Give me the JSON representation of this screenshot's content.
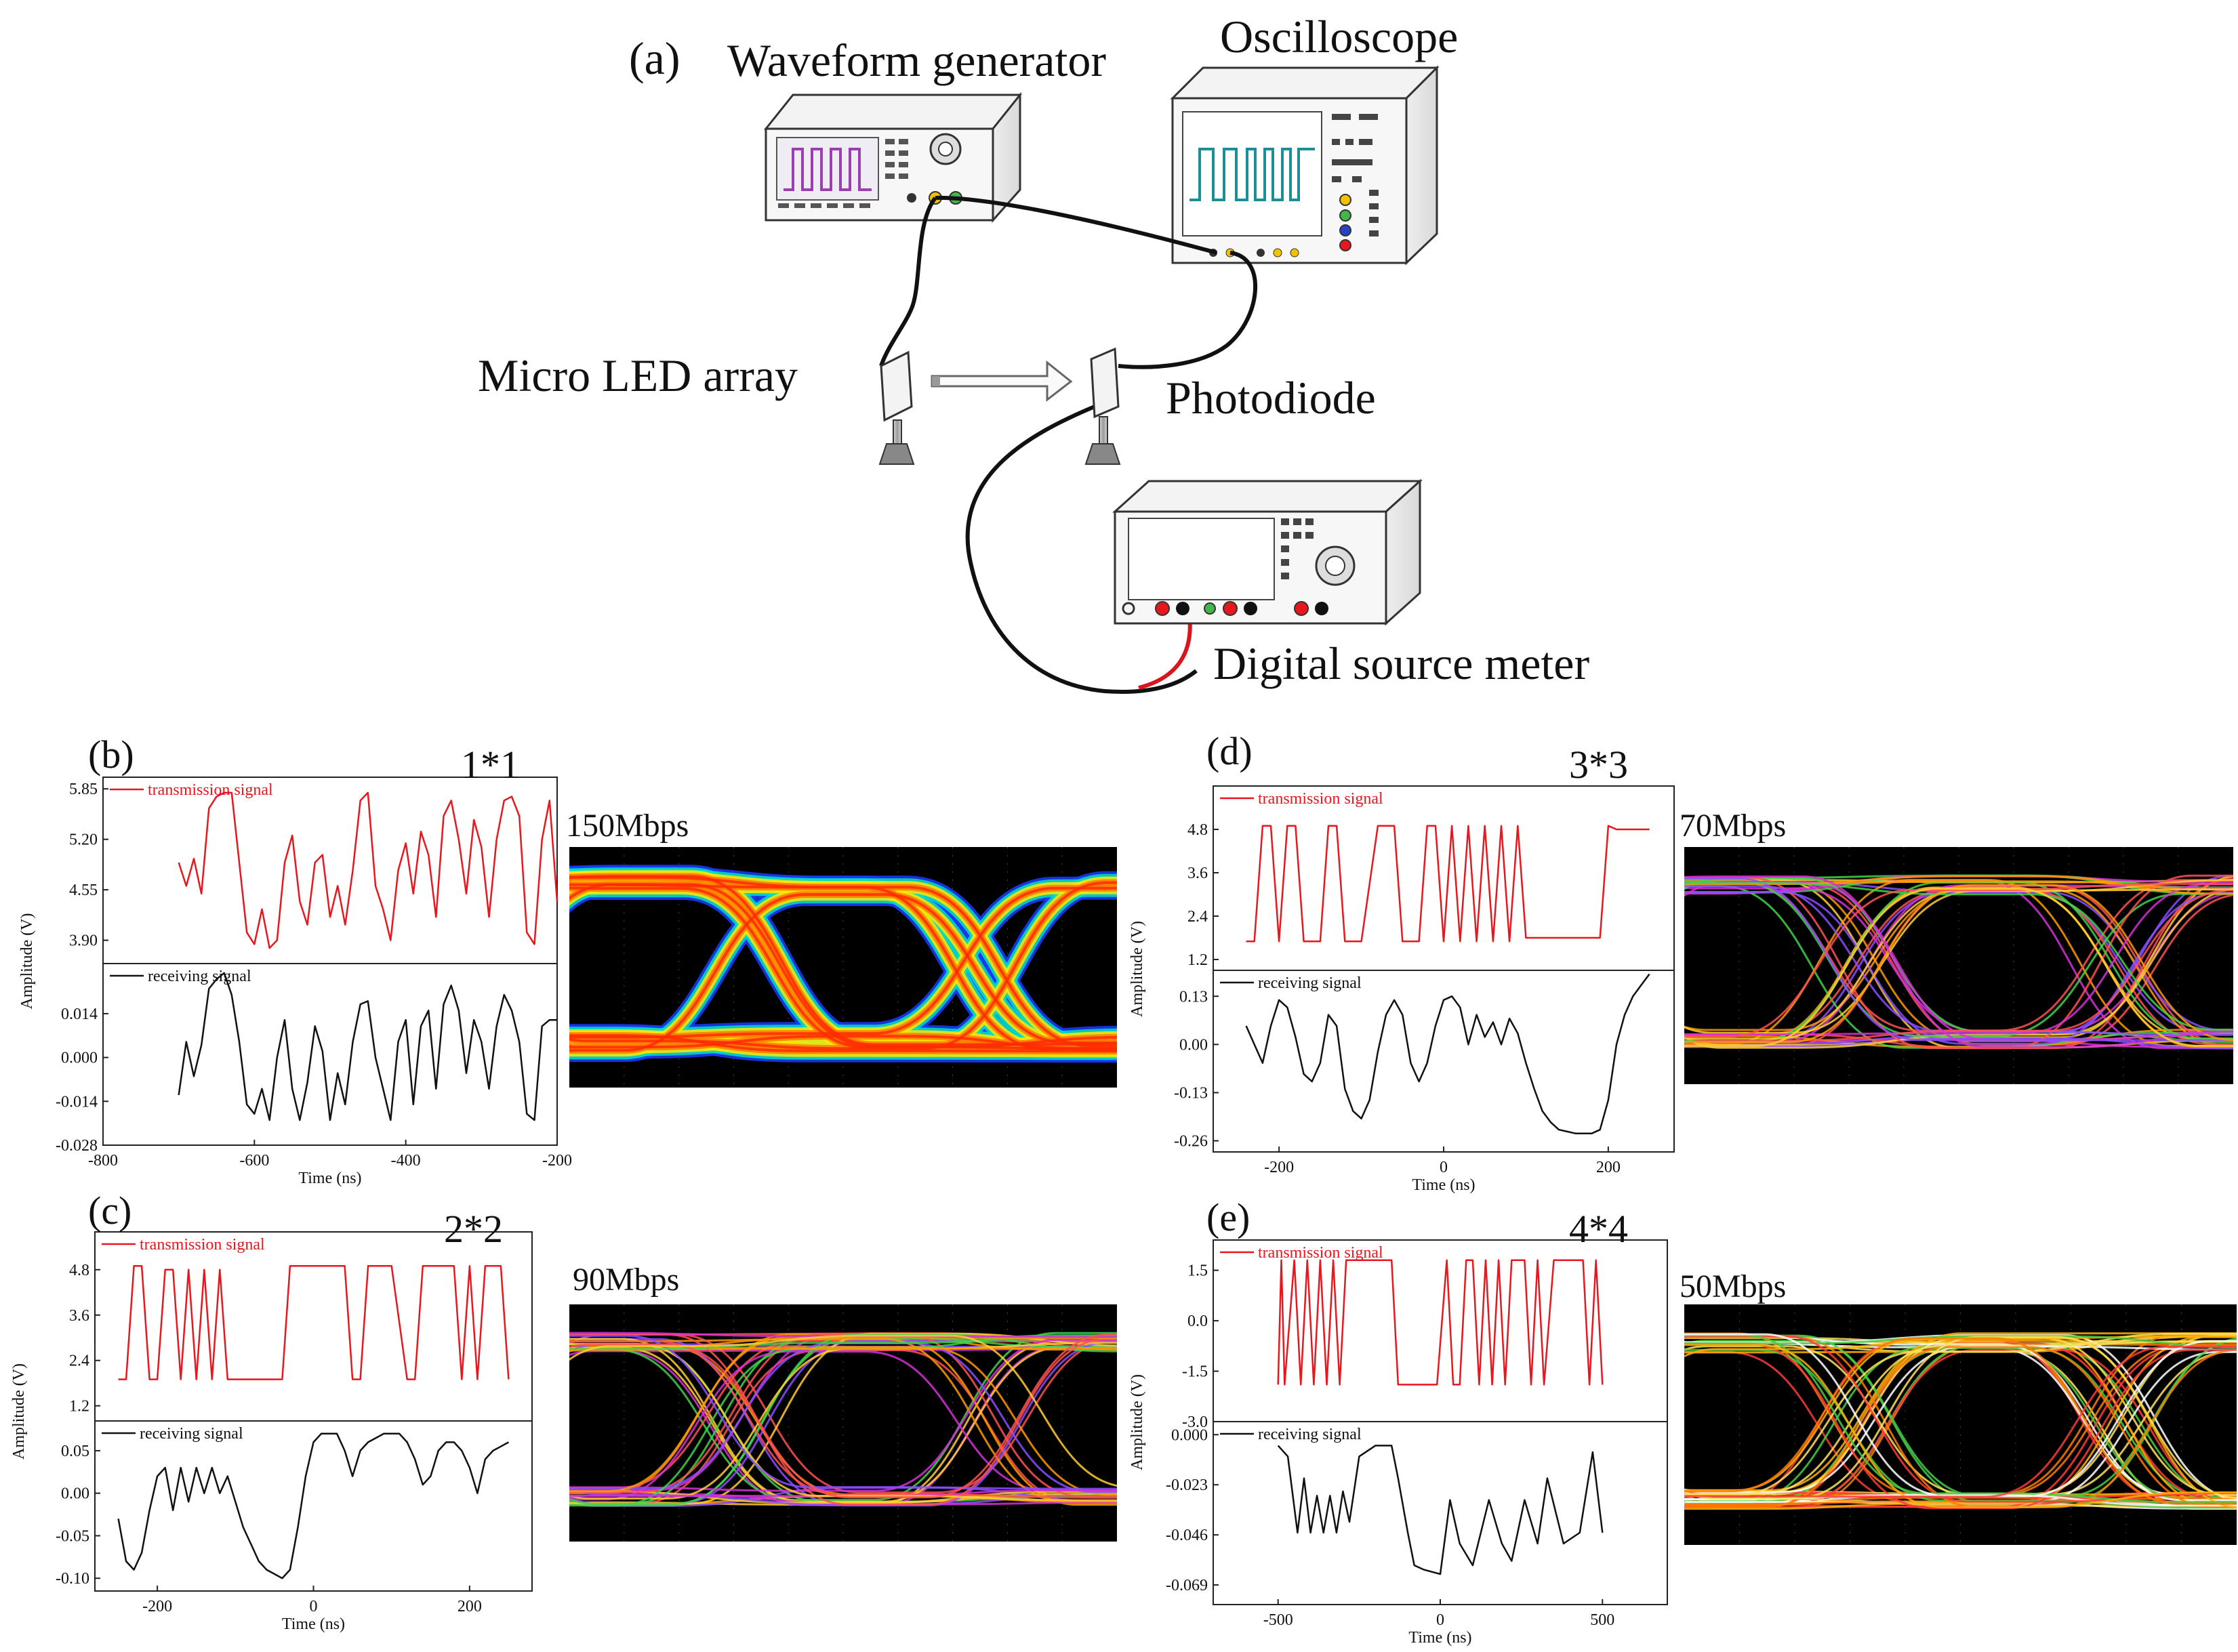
{
  "setup": {
    "panel_label": "(a)",
    "waveform_generator": "Waveform generator",
    "oscilloscope": "Oscilloscope",
    "micro_led_array": "Micro LED array",
    "photodiode": "Photodiode",
    "digital_source_meter": "Digital source meter",
    "colors": {
      "tx": "#e8161d",
      "rx": "#111111",
      "cable_red": "#d9161d"
    }
  },
  "chart_data": [
    {
      "type": "line",
      "panel": "(b)",
      "array": "1*1",
      "rate": "150Mbps",
      "xlabel": "Time (ns)",
      "ylabel": "Amplitude (V)",
      "xlim": [
        -800,
        -200
      ],
      "x_ticks": [
        "-800",
        "-600",
        "-400",
        "-200"
      ],
      "x_tick_values": [
        -800,
        -600,
        -400,
        -200
      ],
      "top": {
        "legend": "transmission signal",
        "ylim": [
          3.6,
          6.0
        ],
        "y_ticks": [
          "5.85",
          "5.20",
          "4.55",
          "3.90"
        ],
        "y_tick_values": [
          5.85,
          5.2,
          4.55,
          3.9
        ],
        "x": [
          -700,
          -690,
          -680,
          -670,
          -660,
          -650,
          -640,
          -630,
          -620,
          -610,
          -600,
          -590,
          -580,
          -570,
          -560,
          -550,
          -540,
          -530,
          -520,
          -510,
          -500,
          -490,
          -480,
          -470,
          -460,
          -450,
          -440,
          -430,
          -420,
          -410,
          -400,
          -390,
          -380,
          -370,
          -360,
          -350,
          -340,
          -330,
          -320,
          -310,
          -300,
          -290,
          -280,
          -270,
          -260,
          -250,
          -240,
          -230,
          -220,
          -210,
          -200
        ],
        "y": [
          4.9,
          4.6,
          4.95,
          4.5,
          5.6,
          5.75,
          5.8,
          5.8,
          4.9,
          4.0,
          3.85,
          4.3,
          3.8,
          3.9,
          4.9,
          5.25,
          4.4,
          4.1,
          4.9,
          5.0,
          4.2,
          4.6,
          4.1,
          4.8,
          5.7,
          5.8,
          4.6,
          4.3,
          3.9,
          4.8,
          5.15,
          4.5,
          5.3,
          5.0,
          4.2,
          5.5,
          5.7,
          5.2,
          4.5,
          5.45,
          5.1,
          4.2,
          5.2,
          5.7,
          5.75,
          5.5,
          4.0,
          3.85,
          5.2,
          5.7,
          4.4
        ]
      },
      "bottom": {
        "legend": "receiving signal",
        "ylim": [
          -0.028,
          0.03
        ],
        "y_ticks": [
          "0.014",
          "0.000",
          "-0.014",
          "-0.028"
        ],
        "y_tick_values": [
          0.014,
          0.0,
          -0.014,
          -0.028
        ],
        "x": [
          -700,
          -690,
          -680,
          -670,
          -660,
          -650,
          -640,
          -630,
          -620,
          -610,
          -600,
          -590,
          -580,
          -570,
          -560,
          -550,
          -540,
          -530,
          -520,
          -510,
          -500,
          -490,
          -480,
          -470,
          -460,
          -450,
          -440,
          -430,
          -420,
          -410,
          -400,
          -390,
          -380,
          -370,
          -360,
          -350,
          -340,
          -330,
          -320,
          -310,
          -300,
          -290,
          -280,
          -270,
          -260,
          -250,
          -240,
          -230,
          -220,
          -210,
          -200
        ],
        "y": [
          -0.012,
          0.005,
          -0.006,
          0.004,
          0.022,
          0.025,
          0.027,
          0.02,
          0.005,
          -0.015,
          -0.018,
          -0.01,
          -0.02,
          0.0,
          0.012,
          -0.01,
          -0.02,
          -0.008,
          0.01,
          0.002,
          -0.02,
          -0.005,
          -0.015,
          0.005,
          0.017,
          0.018,
          0.0,
          -0.01,
          -0.02,
          0.005,
          0.012,
          -0.015,
          0.01,
          0.015,
          -0.01,
          0.017,
          0.023,
          0.015,
          -0.005,
          0.012,
          0.005,
          -0.01,
          0.01,
          0.02,
          0.015,
          0.005,
          -0.018,
          -0.02,
          0.01,
          0.012,
          0.012
        ]
      }
    },
    {
      "type": "line",
      "panel": "(c)",
      "array": "2*2",
      "rate": "90Mbps",
      "xlabel": "Time (ns)",
      "ylabel": "Amplitude (V)",
      "xlim": [
        -280,
        280
      ],
      "x_ticks": [
        "-200",
        "0",
        "200"
      ],
      "x_tick_values": [
        -200,
        0,
        200
      ],
      "top": {
        "legend": "transmission signal",
        "ylim": [
          0.8,
          5.8
        ],
        "y_ticks": [
          "4.8",
          "3.6",
          "2.4",
          "1.2"
        ],
        "y_tick_values": [
          4.8,
          3.6,
          2.4,
          1.2
        ],
        "x": [
          -250,
          -240,
          -230,
          -220,
          -210,
          -200,
          -190,
          -180,
          -170,
          -160,
          -150,
          -140,
          -130,
          -120,
          -110,
          -100,
          -60,
          -40,
          -30,
          -20,
          0,
          20,
          40,
          50,
          60,
          70,
          80,
          100,
          120,
          130,
          140,
          150,
          180,
          190,
          200,
          210,
          220,
          230,
          240,
          250
        ],
        "y": [
          1.9,
          1.9,
          4.9,
          4.9,
          1.9,
          1.9,
          4.8,
          4.8,
          1.9,
          4.8,
          1.9,
          4.8,
          1.9,
          4.8,
          1.9,
          1.9,
          1.9,
          1.9,
          4.9,
          4.9,
          4.9,
          4.9,
          4.9,
          1.9,
          1.9,
          4.9,
          4.9,
          4.9,
          1.9,
          1.9,
          4.9,
          4.9,
          4.9,
          1.9,
          4.9,
          1.9,
          4.9,
          4.9,
          4.9,
          1.9
        ]
      },
      "bottom": {
        "legend": "receiving signal",
        "ylim": [
          -0.115,
          0.085
        ],
        "y_ticks": [
          "0.05",
          "0.00",
          "-0.05",
          "-0.10"
        ],
        "y_tick_values": [
          0.05,
          0.0,
          -0.05,
          -0.1
        ],
        "x": [
          -250,
          -240,
          -230,
          -220,
          -210,
          -200,
          -190,
          -180,
          -170,
          -160,
          -150,
          -140,
          -130,
          -120,
          -110,
          -100,
          -90,
          -80,
          -70,
          -60,
          -50,
          -40,
          -30,
          -20,
          -10,
          0,
          10,
          20,
          30,
          40,
          50,
          60,
          70,
          80,
          90,
          100,
          110,
          120,
          130,
          140,
          150,
          160,
          170,
          180,
          190,
          200,
          210,
          220,
          230,
          240,
          250
        ],
        "y": [
          -0.03,
          -0.08,
          -0.09,
          -0.07,
          -0.02,
          0.02,
          0.03,
          -0.02,
          0.03,
          -0.01,
          0.03,
          0.0,
          0.03,
          0.0,
          0.02,
          -0.01,
          -0.04,
          -0.06,
          -0.08,
          -0.09,
          -0.095,
          -0.1,
          -0.09,
          -0.04,
          0.02,
          0.06,
          0.07,
          0.07,
          0.07,
          0.05,
          0.02,
          0.05,
          0.06,
          0.065,
          0.07,
          0.07,
          0.07,
          0.06,
          0.04,
          0.01,
          0.02,
          0.05,
          0.06,
          0.06,
          0.05,
          0.03,
          0.0,
          0.04,
          0.05,
          0.055,
          0.06
        ]
      }
    },
    {
      "type": "line",
      "panel": "(d)",
      "array": "3*3",
      "rate": "70Mbps",
      "xlabel": "Time (ns)",
      "ylabel": "Amplitude (V)",
      "xlim": [
        -280,
        280
      ],
      "x_ticks": [
        "-200",
        "0",
        "200"
      ],
      "x_tick_values": [
        -200,
        0,
        200
      ],
      "top": {
        "legend": "transmission signal",
        "ylim": [
          0.9,
          6.0
        ],
        "y_ticks": [
          "4.8",
          "3.6",
          "2.4",
          "1.2"
        ],
        "y_tick_values": [
          4.8,
          3.6,
          2.4,
          1.2
        ],
        "x": [
          -240,
          -230,
          -220,
          -210,
          -200,
          -190,
          -180,
          -170,
          -150,
          -140,
          -130,
          -120,
          -110,
          -100,
          -80,
          -70,
          -60,
          -50,
          -30,
          -20,
          -10,
          0,
          10,
          20,
          30,
          40,
          50,
          60,
          70,
          80,
          90,
          100,
          110,
          130,
          150,
          170,
          180,
          190,
          200,
          210,
          220,
          230,
          240,
          250
        ],
        "y": [
          1.7,
          1.7,
          4.9,
          4.9,
          1.7,
          4.9,
          4.9,
          1.7,
          1.7,
          4.9,
          4.9,
          1.7,
          1.7,
          1.7,
          4.9,
          4.9,
          4.9,
          1.7,
          1.7,
          4.9,
          4.9,
          1.7,
          4.9,
          1.7,
          4.9,
          1.7,
          4.9,
          1.7,
          4.9,
          1.7,
          4.9,
          1.8,
          1.8,
          1.8,
          1.8,
          1.8,
          1.8,
          1.8,
          4.9,
          4.8,
          4.8,
          4.8,
          4.8,
          4.8
        ]
      },
      "bottom": {
        "legend": "receiving signal",
        "ylim": [
          -0.29,
          0.2
        ],
        "y_ticks": [
          "0.13",
          "0.00",
          "-0.13",
          "-0.26"
        ],
        "y_tick_values": [
          0.13,
          0.0,
          -0.13,
          -0.26
        ],
        "x": [
          -240,
          -230,
          -220,
          -210,
          -200,
          -190,
          -180,
          -170,
          -160,
          -150,
          -140,
          -130,
          -120,
          -110,
          -100,
          -90,
          -80,
          -70,
          -60,
          -50,
          -40,
          -30,
          -20,
          -10,
          0,
          10,
          20,
          30,
          40,
          50,
          60,
          70,
          80,
          90,
          100,
          110,
          120,
          130,
          140,
          150,
          160,
          170,
          180,
          190,
          200,
          210,
          220,
          230,
          240,
          250
        ],
        "y": [
          0.05,
          0.0,
          -0.05,
          0.05,
          0.12,
          0.1,
          0.02,
          -0.08,
          -0.1,
          -0.05,
          0.08,
          0.05,
          -0.12,
          -0.18,
          -0.2,
          -0.15,
          -0.02,
          0.08,
          0.12,
          0.08,
          -0.05,
          -0.1,
          -0.05,
          0.05,
          0.12,
          0.13,
          0.1,
          0.0,
          0.08,
          0.02,
          0.06,
          0.0,
          0.07,
          0.03,
          -0.05,
          -0.12,
          -0.18,
          -0.21,
          -0.23,
          -0.235,
          -0.24,
          -0.24,
          -0.24,
          -0.23,
          -0.15,
          0.0,
          0.08,
          0.13,
          0.16,
          0.19
        ]
      }
    },
    {
      "type": "line",
      "panel": "(e)",
      "array": "4*4",
      "rate": "50Mbps",
      "xlabel": "Time (ns)",
      "ylabel": "Amplitude (V)",
      "xlim": [
        -700,
        700
      ],
      "x_ticks": [
        "-500",
        "0",
        "500"
      ],
      "x_tick_values": [
        -500,
        0,
        500
      ],
      "top": {
        "legend": "transmission signal",
        "ylim": [
          -3.0,
          2.4
        ],
        "y_ticks": [
          "1.5",
          "0.0",
          "-1.5",
          "-3.0"
        ],
        "y_tick_values": [
          1.5,
          0.0,
          -1.5,
          -3.0
        ],
        "x": [
          -500,
          -490,
          -480,
          -450,
          -430,
          -410,
          -390,
          -370,
          -350,
          -330,
          -310,
          -290,
          -270,
          -250,
          -150,
          -130,
          -50,
          -30,
          -10,
          20,
          40,
          60,
          80,
          100,
          120,
          140,
          160,
          180,
          200,
          220,
          260,
          280,
          300,
          320,
          350,
          380,
          440,
          460,
          480,
          500
        ],
        "y": [
          -1.9,
          1.8,
          -1.9,
          1.8,
          -1.9,
          1.8,
          -1.9,
          1.8,
          -1.9,
          1.8,
          -1.9,
          1.8,
          1.8,
          1.8,
          1.8,
          -1.9,
          -1.9,
          -1.9,
          -1.9,
          1.8,
          -1.9,
          -1.9,
          1.8,
          1.8,
          -1.9,
          1.8,
          -1.9,
          1.8,
          -1.9,
          1.8,
          1.8,
          -1.9,
          1.8,
          -1.9,
          1.8,
          1.8,
          1.8,
          -1.9,
          1.8,
          -1.9
        ]
      },
      "bottom": {
        "legend": "receiving signal",
        "ylim": [
          -0.078,
          0.006
        ],
        "y_ticks": [
          "0.000",
          "-0.023",
          "-0.046",
          "-0.069"
        ],
        "y_tick_values": [
          0.0,
          -0.023,
          -0.046,
          -0.069
        ],
        "x": [
          -500,
          -470,
          -440,
          -420,
          -400,
          -380,
          -360,
          -340,
          -320,
          -300,
          -280,
          -250,
          -200,
          -150,
          -130,
          -100,
          -80,
          -50,
          0,
          30,
          60,
          100,
          150,
          190,
          220,
          260,
          300,
          330,
          380,
          430,
          470,
          500
        ],
        "y": [
          -0.005,
          -0.01,
          -0.045,
          -0.02,
          -0.045,
          -0.028,
          -0.045,
          -0.028,
          -0.045,
          -0.026,
          -0.04,
          -0.01,
          -0.005,
          -0.005,
          -0.02,
          -0.045,
          -0.06,
          -0.062,
          -0.064,
          -0.03,
          -0.05,
          -0.06,
          -0.03,
          -0.05,
          -0.058,
          -0.03,
          -0.05,
          -0.02,
          -0.05,
          -0.045,
          -0.008,
          -0.045
        ]
      }
    }
  ]
}
